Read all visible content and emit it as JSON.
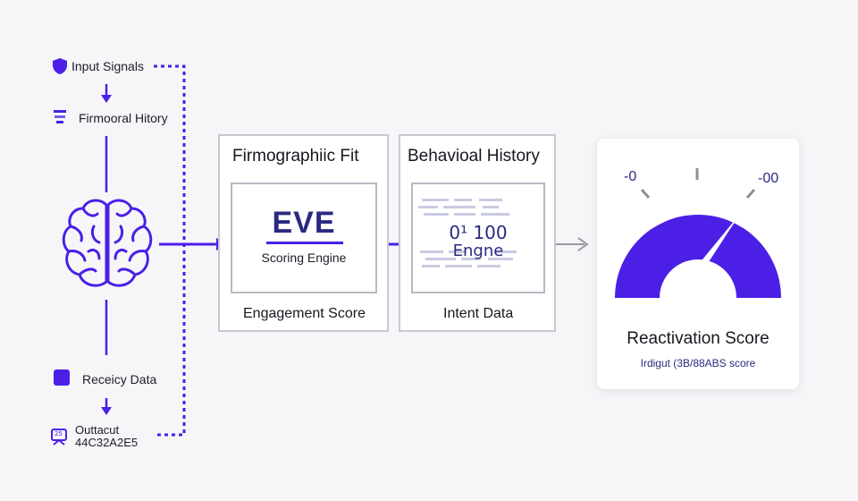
{
  "colors": {
    "accent": "#4b1fe6",
    "line": "#4b1fe6",
    "card_border": "#c8c8d0",
    "text": "#17171f"
  },
  "left_column": {
    "input_signals": {
      "icon": "shield-icon",
      "label": "Input Signals"
    },
    "firm_history": {
      "icon": "stack-icon",
      "label": "Firmooral Hitory"
    },
    "center": {
      "icon": "brain-icon"
    },
    "recency_data": {
      "icon": "square-icon",
      "label": "Receicy Data"
    },
    "output": {
      "icon": "output-icon",
      "icon_text": "25",
      "label_line1": "Outtacut",
      "label_line2": "44C32A2E5"
    }
  },
  "panel_firmographic": {
    "title": "Firmographiic Fit",
    "inner_big": "EVE",
    "inner_sub": "Scoring Engine",
    "footer": "Engagement Score"
  },
  "panel_behavioral": {
    "title": "Behavioal History",
    "inner_big": "0¹ 100",
    "inner_sub": "Engne",
    "footer": "Intent Data"
  },
  "gauge_panel": {
    "tick_left": "-0",
    "tick_right": "-00",
    "title": "Reactivation Score",
    "subtitle": "Irdigut (3B/88ABS score"
  }
}
